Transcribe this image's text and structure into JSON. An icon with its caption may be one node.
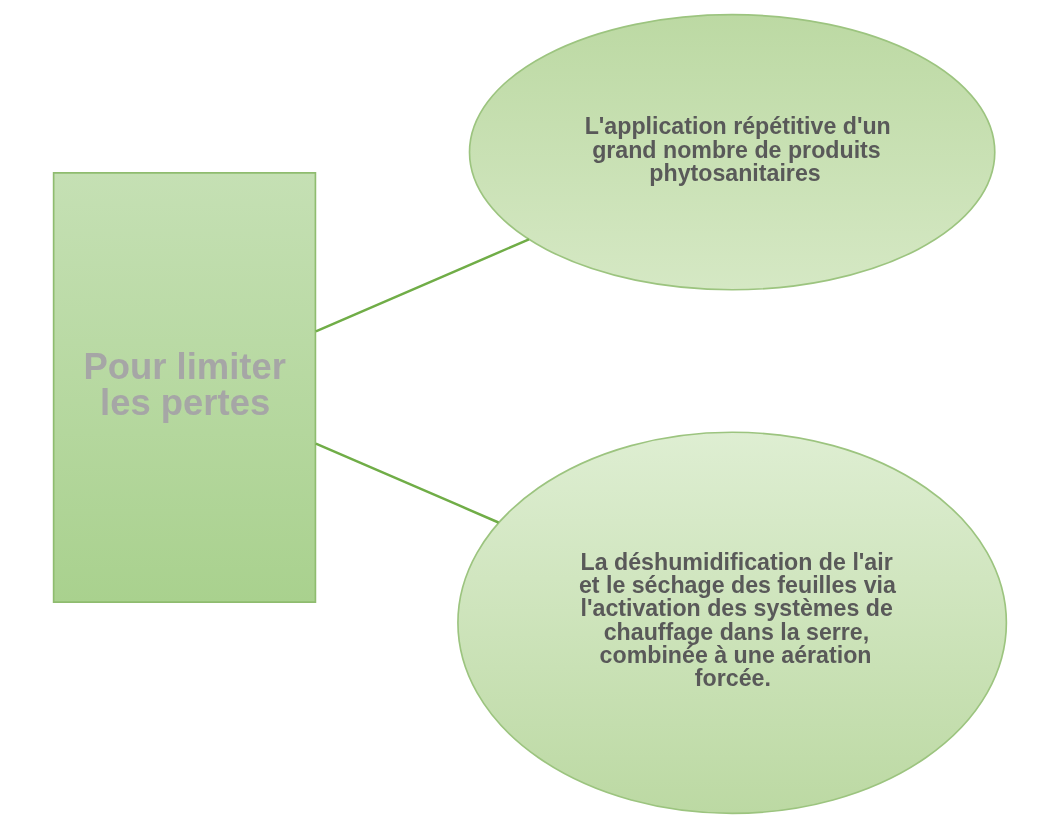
{
  "diagram": {
    "nodes": [
      {
        "text": [
          "Pour limiter les pertes"
        ]
      },
      {
        "text": [
          "L'application répétitive d'un grand nombre de produits phytosanitaires"
        ]
      },
      {
        "text": [
          "La déshumidification de l'air et le séchage des feuilles via l'activation des systèmes de chauffage dans la serre, combinée à une aération forcée."
        ]
      }
    ],
    "edges": [
      {
        "from": 0,
        "to": 1,
        "arrow": "none"
      },
      {
        "from": 0,
        "to": 2,
        "arrow": "none"
      }
    ]
  }
}
